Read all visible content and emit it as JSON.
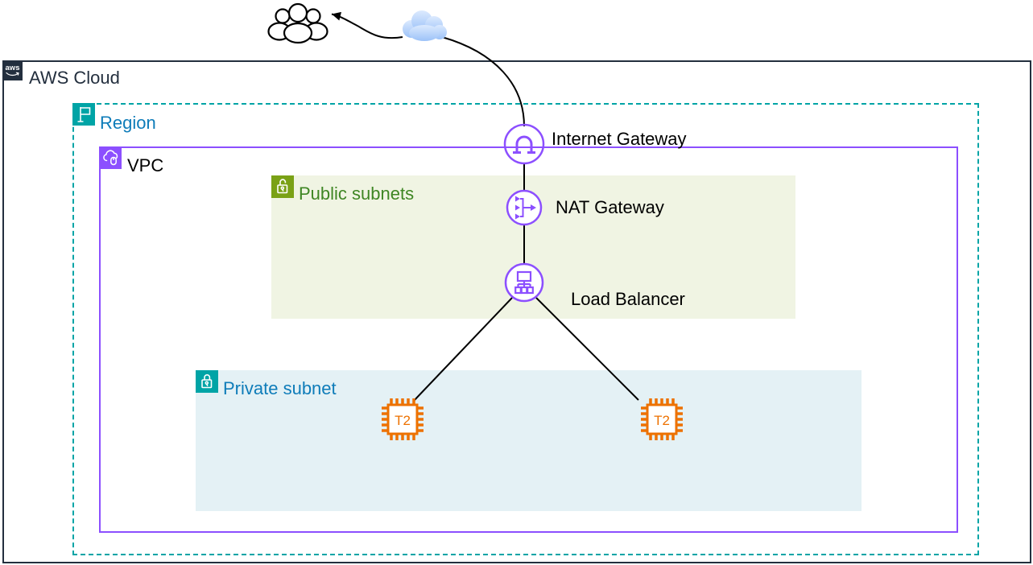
{
  "containers": {
    "aws_cloud": {
      "label": "AWS Cloud",
      "badge_text": "aws"
    },
    "region": {
      "label": "Region"
    },
    "vpc": {
      "label": "VPC"
    },
    "public_subnets": {
      "label": "Public subnets"
    },
    "private_subnet": {
      "label": "Private subnet"
    }
  },
  "nodes": {
    "internet_gateway": {
      "label": "Internet Gateway"
    },
    "nat_gateway": {
      "label": "NAT Gateway"
    },
    "load_balancer": {
      "label": "Load Balancer"
    },
    "ec2_instance_1": {
      "label": "T2"
    },
    "ec2_instance_2": {
      "label": "T2"
    }
  },
  "icons": {
    "aws_logo": "aws-smile-logo",
    "region": "flag-icon",
    "vpc": "cloud-gear-icon",
    "public_subnets": "unlocked-padlock-icon",
    "private_subnet": "locked-padlock-icon",
    "internet_gateway": "gateway-arch-icon",
    "nat_gateway": "merge-arrows-icon",
    "load_balancer": "distribution-tree-icon",
    "ec2": "chip-icon",
    "users": "user-group-icon",
    "internet": "cloud-icon"
  },
  "colors": {
    "aws_cloud_border": "#232F3E",
    "region_teal": "#00A4A6",
    "vpc_purple": "#8C4FFF",
    "subnet_green": "#7AA116",
    "green_label": "#3F8624",
    "blue_label": "#0E7CB9",
    "public_subnet_bg": "#F0F4E3",
    "private_subnet_bg": "#E4F1F5",
    "compute_orange": "#ED7100",
    "connector_black": "#000000",
    "internet_cloud_blue": "#9CC2F8"
  }
}
